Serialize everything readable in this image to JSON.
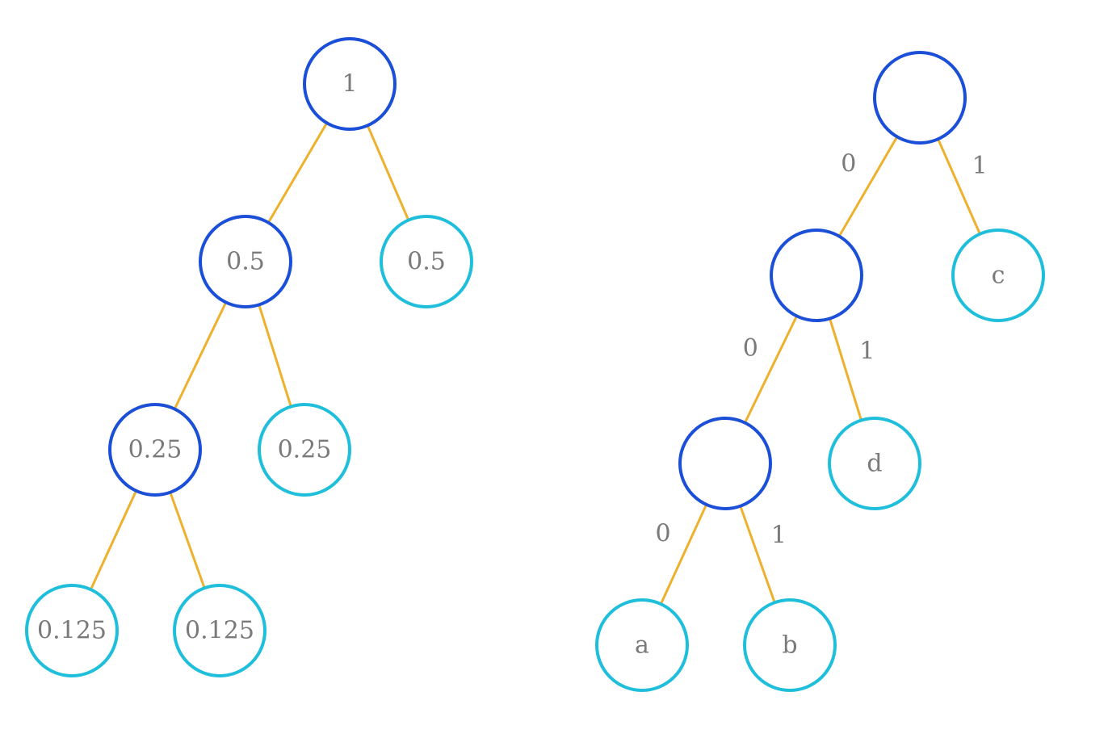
{
  "colors": {
    "internal_node": "#1b4fd8",
    "leaf_node": "#1fbfdc",
    "edge": "#eeb12e",
    "text": "#7a7a7a"
  },
  "left_tree": {
    "nodes": [
      {
        "id": "L-root",
        "label": "1",
        "kind": "internal"
      },
      {
        "id": "L-n1",
        "label": "0.5",
        "kind": "internal"
      },
      {
        "id": "L-n2",
        "label": "0.5",
        "kind": "leaf"
      },
      {
        "id": "L-n3",
        "label": "0.25",
        "kind": "internal"
      },
      {
        "id": "L-n4",
        "label": "0.25",
        "kind": "leaf"
      },
      {
        "id": "L-n5",
        "label": "0.125",
        "kind": "leaf"
      },
      {
        "id": "L-n6",
        "label": "0.125",
        "kind": "leaf"
      }
    ],
    "edges": [
      {
        "from": "L-root",
        "to": "L-n1"
      },
      {
        "from": "L-root",
        "to": "L-n2"
      },
      {
        "from": "L-n1",
        "to": "L-n3"
      },
      {
        "from": "L-n1",
        "to": "L-n4"
      },
      {
        "from": "L-n3",
        "to": "L-n5"
      },
      {
        "from": "L-n3",
        "to": "L-n6"
      }
    ]
  },
  "right_tree": {
    "nodes": [
      {
        "id": "R-root",
        "label": "",
        "kind": "internal"
      },
      {
        "id": "R-n1",
        "label": "",
        "kind": "internal"
      },
      {
        "id": "R-c",
        "label": "c",
        "kind": "leaf"
      },
      {
        "id": "R-n2",
        "label": "",
        "kind": "internal"
      },
      {
        "id": "R-d",
        "label": "d",
        "kind": "leaf"
      },
      {
        "id": "R-a",
        "label": "a",
        "kind": "leaf"
      },
      {
        "id": "R-b",
        "label": "b",
        "kind": "leaf"
      }
    ],
    "edges": [
      {
        "from": "R-root",
        "to": "R-n1",
        "label": "0"
      },
      {
        "from": "R-root",
        "to": "R-c",
        "label": "1"
      },
      {
        "from": "R-n1",
        "to": "R-n2",
        "label": "0"
      },
      {
        "from": "R-n1",
        "to": "R-d",
        "label": "1"
      },
      {
        "from": "R-n2",
        "to": "R-a",
        "label": "0"
      },
      {
        "from": "R-n2",
        "to": "R-b",
        "label": "1"
      }
    ]
  }
}
